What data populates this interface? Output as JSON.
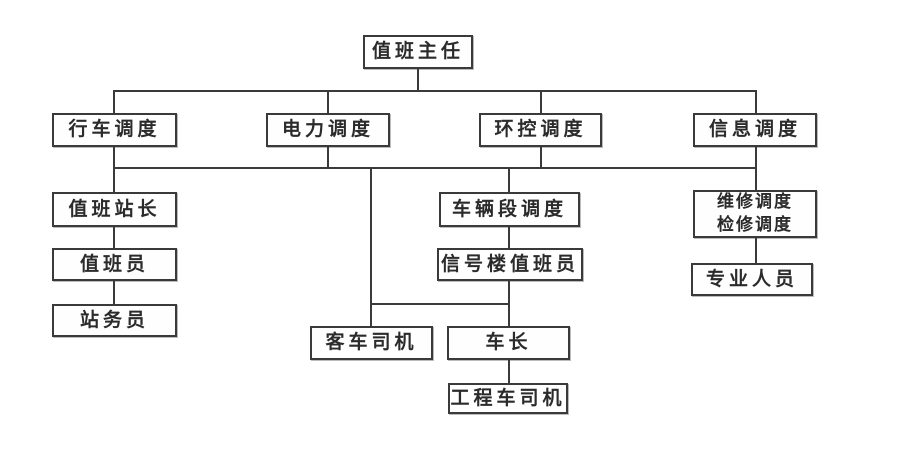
{
  "diagram": {
    "type": "org-chart",
    "background_color": "#ffffff",
    "line_color": "#3a3a3a",
    "box_border_color": "#3a3a3a",
    "text_color": "#2b2b2b",
    "nodes": [
      {
        "id": "duty-director",
        "label": "值班主任"
      },
      {
        "id": "train-dispatch",
        "label": "行车调度"
      },
      {
        "id": "power-dispatch",
        "label": "电力调度"
      },
      {
        "id": "env-control-dispatch",
        "label": "环控调度"
      },
      {
        "id": "info-dispatch",
        "label": "信息调度"
      },
      {
        "id": "duty-station-master",
        "label": "值班站长"
      },
      {
        "id": "depot-dispatch",
        "label": "车辆段调度"
      },
      {
        "id": "maintenance-dispatch",
        "label": "维修调度\n检修调度"
      },
      {
        "id": "duty-officer",
        "label": "值班员"
      },
      {
        "id": "signal-tower-officer",
        "label": "信号楼值班员"
      },
      {
        "id": "professional-staff",
        "label": "专业人员"
      },
      {
        "id": "station-attendant",
        "label": "站务员"
      },
      {
        "id": "passenger-driver",
        "label": "客车司机"
      },
      {
        "id": "train-captain",
        "label": "车长"
      },
      {
        "id": "works-train-driver",
        "label": "工程车司机"
      }
    ],
    "edges": [
      [
        "值班主任",
        "行车调度"
      ],
      [
        "值班主任",
        "电力调度"
      ],
      [
        "值班主任",
        "环控调度"
      ],
      [
        "值班主任",
        "信息调度"
      ],
      [
        "行车调度",
        "值班站长"
      ],
      [
        "值班站长",
        "值班员"
      ],
      [
        "值班员",
        "站务员"
      ],
      [
        "环控调度",
        "车辆段调度"
      ],
      [
        "车辆段调度",
        "信号楼值班员"
      ],
      [
        "信号楼值班员",
        "客车司机"
      ],
      [
        "信号楼值班员",
        "车长"
      ],
      [
        "电力调度",
        "客车司机"
      ],
      [
        "信息调度",
        "维修调度/检修调度"
      ],
      [
        "维修调度/检修调度",
        "专业人员"
      ],
      [
        "车长",
        "工程车司机"
      ]
    ],
    "notes": "Second-row dispatch boxes are joined by a shared horizontal bus line that feeds the lower tiers."
  }
}
